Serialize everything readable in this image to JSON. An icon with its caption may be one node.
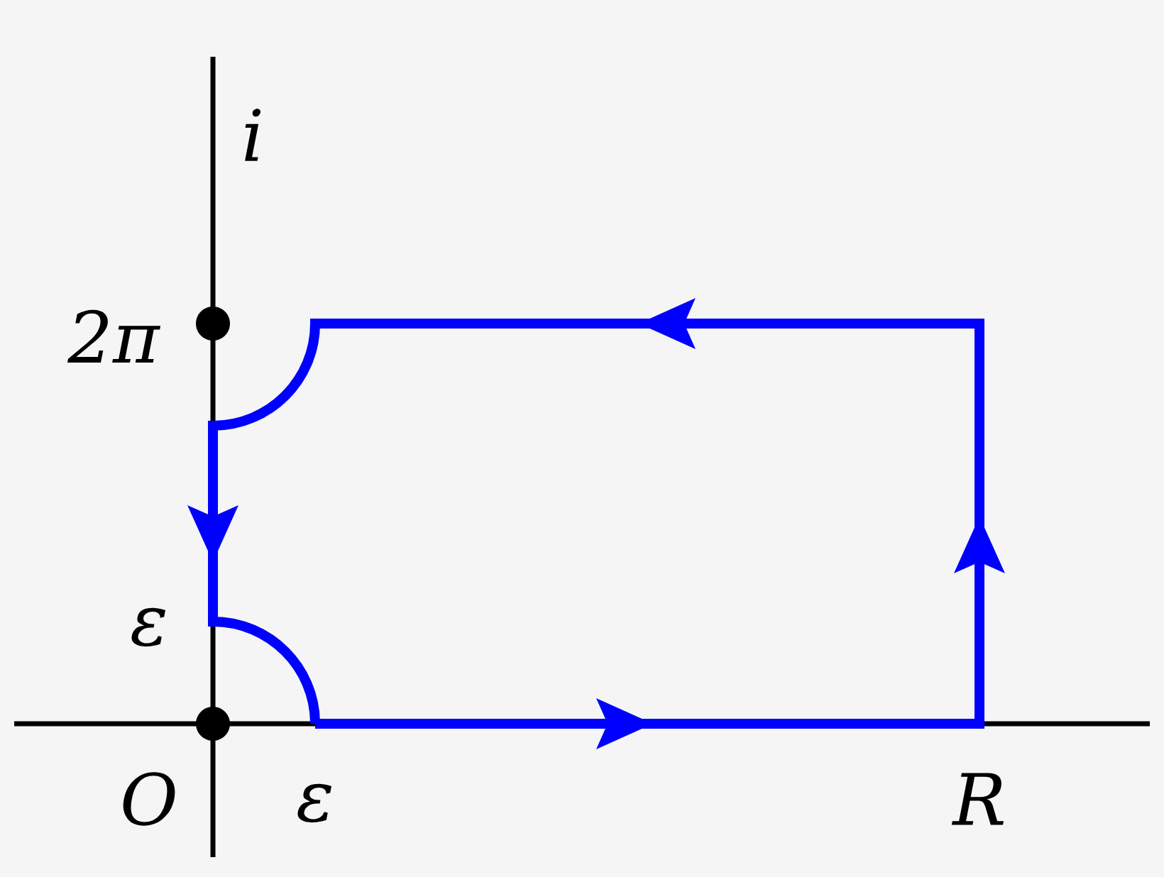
{
  "diagram": {
    "labels": [
      "i",
      "2π",
      "ε",
      "O",
      "ε",
      "R"
    ]
  }
}
